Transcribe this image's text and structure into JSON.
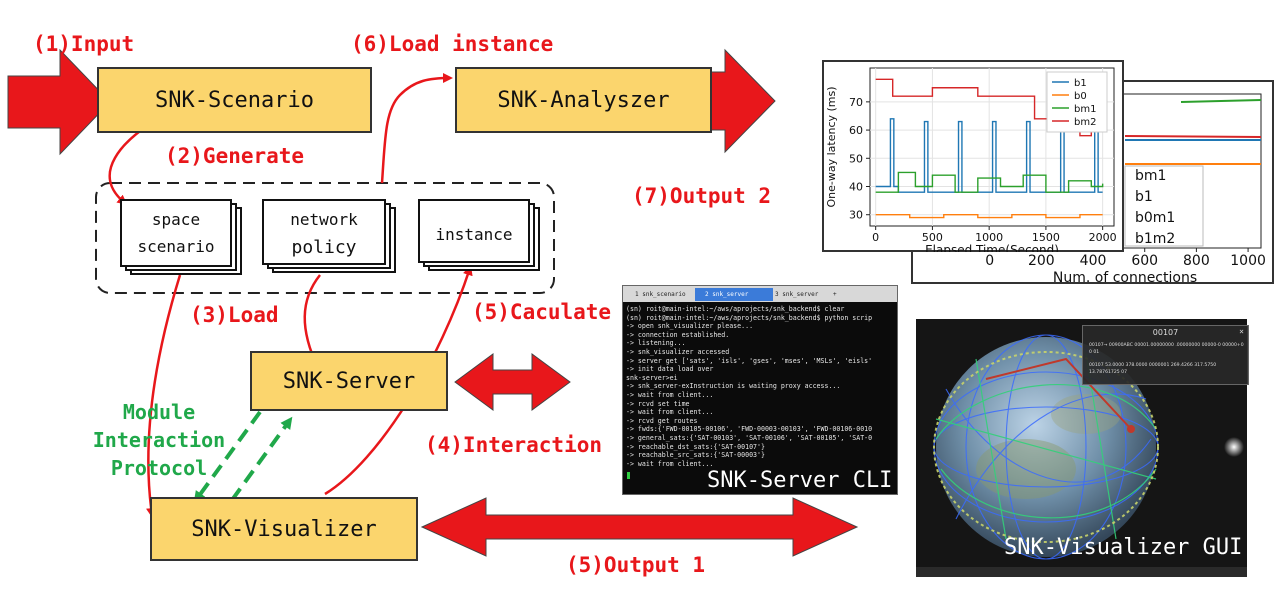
{
  "steps": {
    "s1": "(1)Input",
    "s2": "(2)Generate",
    "s3": "(3)Load",
    "s4": "(4)Interaction",
    "s5a": "(5)Caculate",
    "s5b": "(5)Output 1",
    "s6": "(6)Load instance",
    "s7": "(7)Output 2"
  },
  "modules": {
    "scenario": "SNK-Scenario",
    "analyzer": "SNK-Analyszer",
    "server": "SNK-Server",
    "visualizer": "SNK-Visualizer"
  },
  "cards": {
    "space1": "space",
    "space2": "scenario",
    "net1": "network",
    "net2": "policy",
    "inst": "instance"
  },
  "protocol": {
    "l1": "Module",
    "l2": "Interaction",
    "l3": "Protocol"
  },
  "terminal": {
    "tabs": [
      "1 snk_scenario",
      "2 snk_server",
      "3 snk_server"
    ],
    "lines": [
      "(sn) roit@main-intel:~/aws/aprojects/snk_backend$ clear",
      "(sn) roit@main-intel:~/aws/aprojects/snk_backend$ python scrip",
      "-> open snk_visualizer please...",
      "-> connection established.",
      "-> listening...",
      "-> snk_visualizer accessed",
      "-> server get ['sats', 'isls', 'gses', 'mses', 'MSLs', 'eisls'",
      "-> init data load over",
      "snk-server>ei",
      "-> snk_server-exInstruction is waiting proxy access...",
      "-> wait from client...",
      "-> rcvd set time",
      "-> wait from client...",
      "-> rcvd get routes",
      "-> fwds:{'FWD-00105-00106', 'FWD-00003-00103', 'FWD-00106-0010",
      "-> general_sats:{'SAT-00103', 'SAT-00106', 'SAT-00105', 'SAT-0",
      "-> reachable_dst_sats:{'SAT-00107'}",
      "-> reachable_src_sats:{'SAT-00003'}",
      "-> wait from client..."
    ],
    "caption": "SNK-Server CLI"
  },
  "visualizer_gui": {
    "popup_title": "00107",
    "popup_line1": "00107→ 00900ABC 00001.00000000 .00000000 00000-0 00000+0 0 01",
    "popup_line2": "00107 53.0000 378.0000 0000001 269.4266 317.5750 13.78761725 07",
    "caption": "SNK-Visualizer GUI"
  },
  "chart_data": [
    {
      "type": "line",
      "title": "",
      "xlabel": "Elapsed Time(Second)",
      "ylabel": "One-way latency (ms)",
      "x_ticks": [
        0,
        500,
        1000,
        1500,
        2000
      ],
      "y_ticks": [
        30,
        40,
        50,
        60,
        70
      ],
      "xlim": [
        -50,
        2100
      ],
      "ylim": [
        26,
        82
      ],
      "legend": "top-right",
      "series": [
        {
          "name": "b1",
          "color": "#1f77b4",
          "shape": "periodic spikes from ~38 to ~64",
          "x": [
            0,
            100,
            130,
            160,
            200,
            400,
            430,
            460,
            500,
            700,
            730,
            760,
            800,
            1000,
            1030,
            1060,
            1100,
            1300,
            1330,
            1360,
            1400,
            1600,
            1630,
            1660,
            1700,
            1900,
            1930,
            1960,
            2000
          ],
          "y": [
            40,
            40,
            64,
            40,
            38,
            38,
            63,
            38,
            38,
            38,
            63,
            38,
            38,
            38,
            63,
            38,
            38,
            38,
            63,
            38,
            38,
            38,
            63,
            38,
            38,
            38,
            63,
            38,
            38
          ]
        },
        {
          "name": "b0",
          "color": "#ff7f0e",
          "x": [
            0,
            300,
            600,
            900,
            1200,
            1500,
            1800,
            2000
          ],
          "y": [
            30,
            29,
            30,
            29,
            30,
            29,
            30,
            30
          ]
        },
        {
          "name": "bm1",
          "color": "#2ca02c",
          "x": [
            0,
            200,
            350,
            500,
            700,
            900,
            1100,
            1300,
            1500,
            1700,
            1900,
            2000
          ],
          "y": [
            38,
            45,
            40,
            44,
            38,
            43,
            40,
            44,
            38,
            42,
            40,
            41
          ]
        },
        {
          "name": "bm2",
          "color": "#d62728",
          "x": [
            0,
            150,
            200,
            500,
            600,
            900,
            1100,
            1400,
            1500,
            1700,
            1800,
            1900,
            2000
          ],
          "y": [
            78,
            72,
            72,
            75,
            75,
            72,
            72,
            64,
            64,
            66,
            58,
            66,
            66
          ]
        }
      ]
    },
    {
      "type": "line",
      "xlabel": "Num. of connections",
      "x_ticks": [
        0,
        200,
        400,
        600,
        800,
        1000
      ],
      "legend_labels": [
        "bm1",
        "b1",
        "b0m1",
        "b1m2"
      ]
    }
  ]
}
